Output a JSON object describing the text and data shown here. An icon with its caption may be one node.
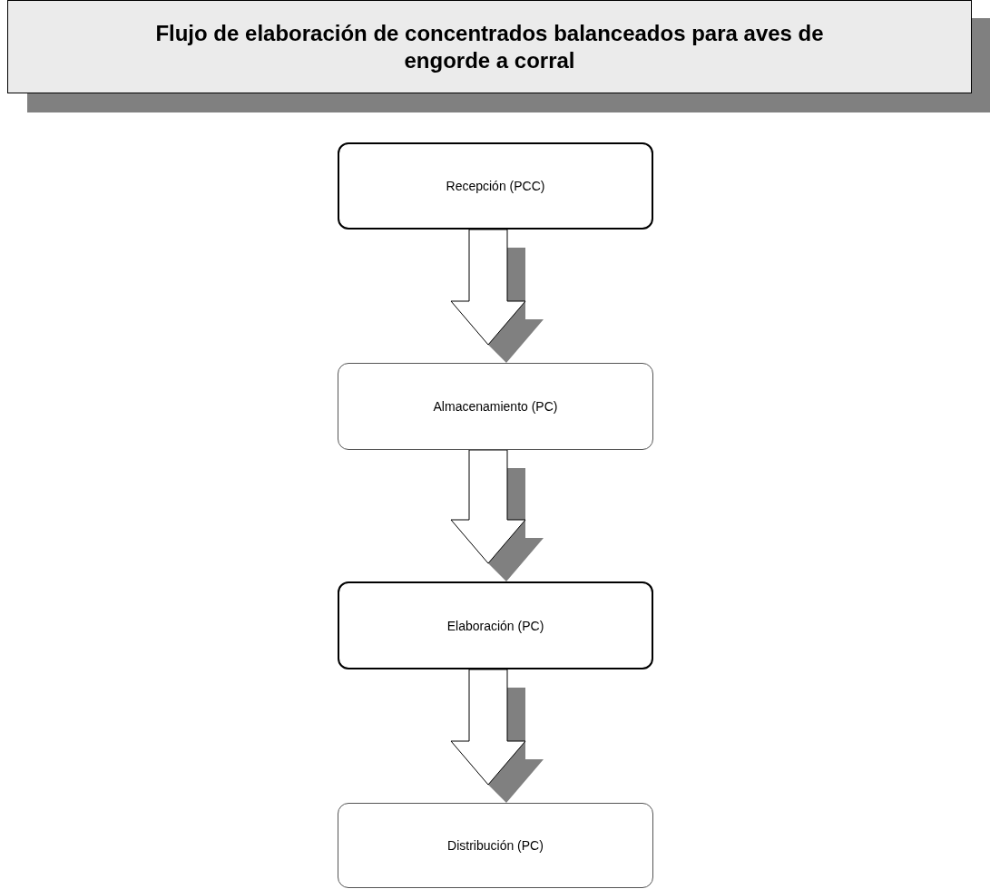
{
  "diagram": {
    "title": "Flujo de elaboración de concentrados balanceados para aves de engorde a corral",
    "nodes": [
      {
        "text": [
          "Recepción (PCC)"
        ]
      },
      {
        "text": [
          "Almacenamiento (PC)"
        ]
      },
      {
        "text": [
          "Elaboración (PC)"
        ]
      },
      {
        "text": [
          "Distribución (PC)"
        ]
      }
    ],
    "edges": [
      {
        "from": 0,
        "to": 1,
        "arrow": "to"
      },
      {
        "from": 1,
        "to": 2,
        "arrow": "to"
      },
      {
        "from": 2,
        "to": 3,
        "arrow": "to"
      }
    ]
  }
}
